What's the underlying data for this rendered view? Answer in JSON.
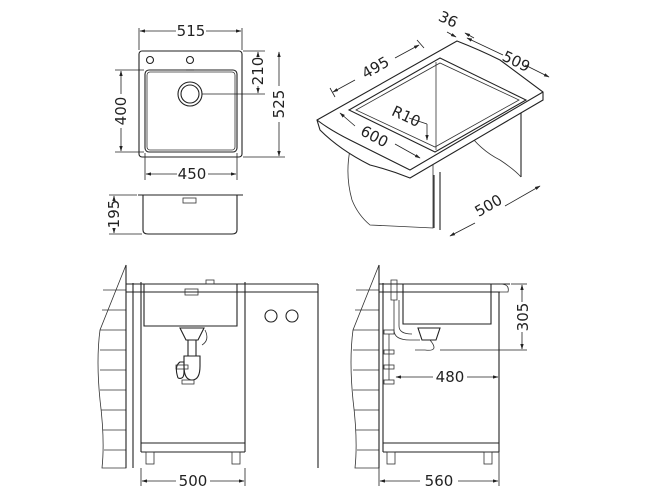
{
  "drawing": {
    "type": "sink technical dimension drawing",
    "top_view": {
      "overall_width": "515",
      "bowl_depth": "400",
      "drain_offset": "210",
      "overall_depth": "525",
      "bowl_width": "450"
    },
    "side_profile": {
      "bowl_height": "195"
    },
    "isometric_cutout": {
      "cutout_width": "495",
      "lip": "36",
      "cutout_depth": "509",
      "corner_radius": "R10",
      "cabinet_width": "600",
      "cabinet_depth": "500"
    },
    "front_installation": {
      "cabinet_width": "500"
    },
    "side_installation": {
      "vertical_depth": "305",
      "drain_distance": "480",
      "cabinet_depth": "560"
    },
    "colors": {
      "line": "#222222",
      "background": "#ffffff"
    }
  }
}
